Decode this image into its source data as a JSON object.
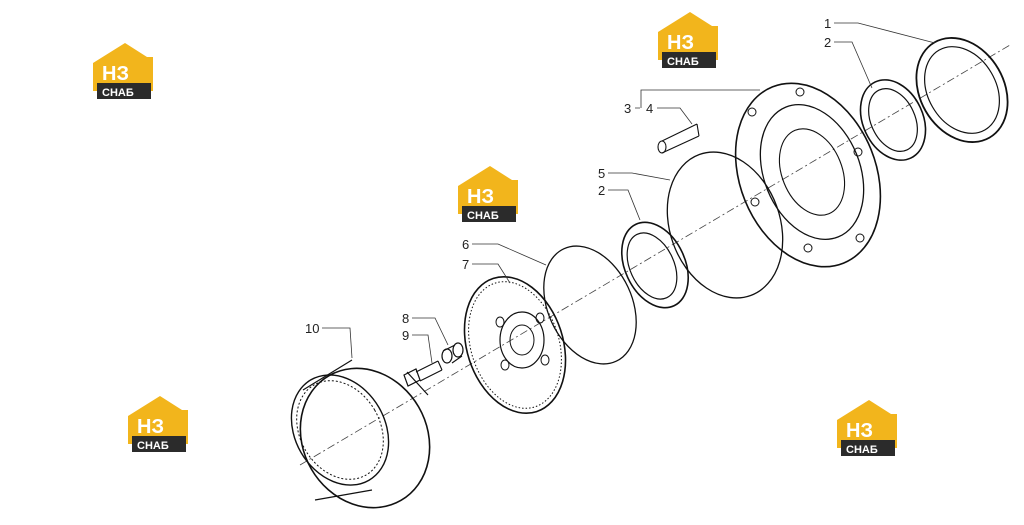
{
  "callouts": [
    {
      "id": "c1",
      "label": "1"
    },
    {
      "id": "c2a",
      "label": "2"
    },
    {
      "id": "c3",
      "label": "3"
    },
    {
      "id": "c4",
      "label": "4"
    },
    {
      "id": "c5",
      "label": "5"
    },
    {
      "id": "c2b",
      "label": "2"
    },
    {
      "id": "c6",
      "label": "6"
    },
    {
      "id": "c7",
      "label": "7"
    },
    {
      "id": "c8",
      "label": "8"
    },
    {
      "id": "c9",
      "label": "9"
    },
    {
      "id": "c10",
      "label": "10"
    }
  ],
  "watermark": {
    "text_top": "НЗ",
    "text_bottom": "СНАБ",
    "colors": {
      "house": "#f2b51c",
      "plate": "#2b2b2b",
      "text": "#ffffff"
    }
  },
  "colors": {
    "line": "#111111",
    "background": "#ffffff"
  }
}
